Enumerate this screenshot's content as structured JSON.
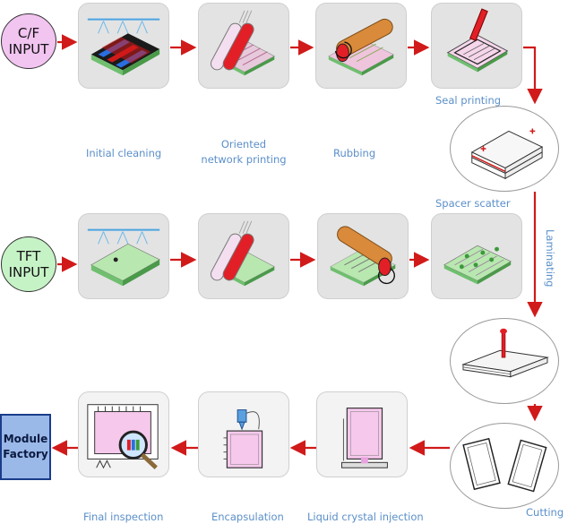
{
  "inputs": {
    "cf": "C/F INPUT",
    "cf_line1": "C/F",
    "cf_line2": "INPUT",
    "tft_line1": "TFT",
    "tft_line2": "INPUT"
  },
  "output": {
    "line1": "Module",
    "line2": "Factory"
  },
  "steps": {
    "initial_cleaning": "Initial cleaning",
    "oriented_line1": "Oriented",
    "oriented_line2": "network printing",
    "rubbing": "Rubbing",
    "seal_printing": "Seal printing",
    "spacer_scatter": "Spacer scatter",
    "laminating": "Laminating",
    "cutting": "Cutting",
    "liquid_crystal_injection": "Liquid crystal injection",
    "encapsulation": "Encapsulation",
    "final_inspection": "Final inspection"
  },
  "colors": {
    "arrow": "#d11a1a",
    "label": "#5b8fc9",
    "cf_fill": "#f2c4f0",
    "tft_fill": "#c6f3c6",
    "module_fill": "#9ab8e8"
  },
  "icons": {
    "cleaning": "spray-cleaning-icon",
    "printing": "roller-printing-icon",
    "rubbing": "rubbing-roller-icon",
    "seal": "seal-dispense-icon",
    "spacer": "spacer-stack-icon",
    "laminate": "laminate-press-icon",
    "cut": "cut-panels-icon",
    "injection": "lc-injection-icon",
    "encapsulation": "encapsulation-icon",
    "inspection": "magnifier-inspection-icon"
  }
}
